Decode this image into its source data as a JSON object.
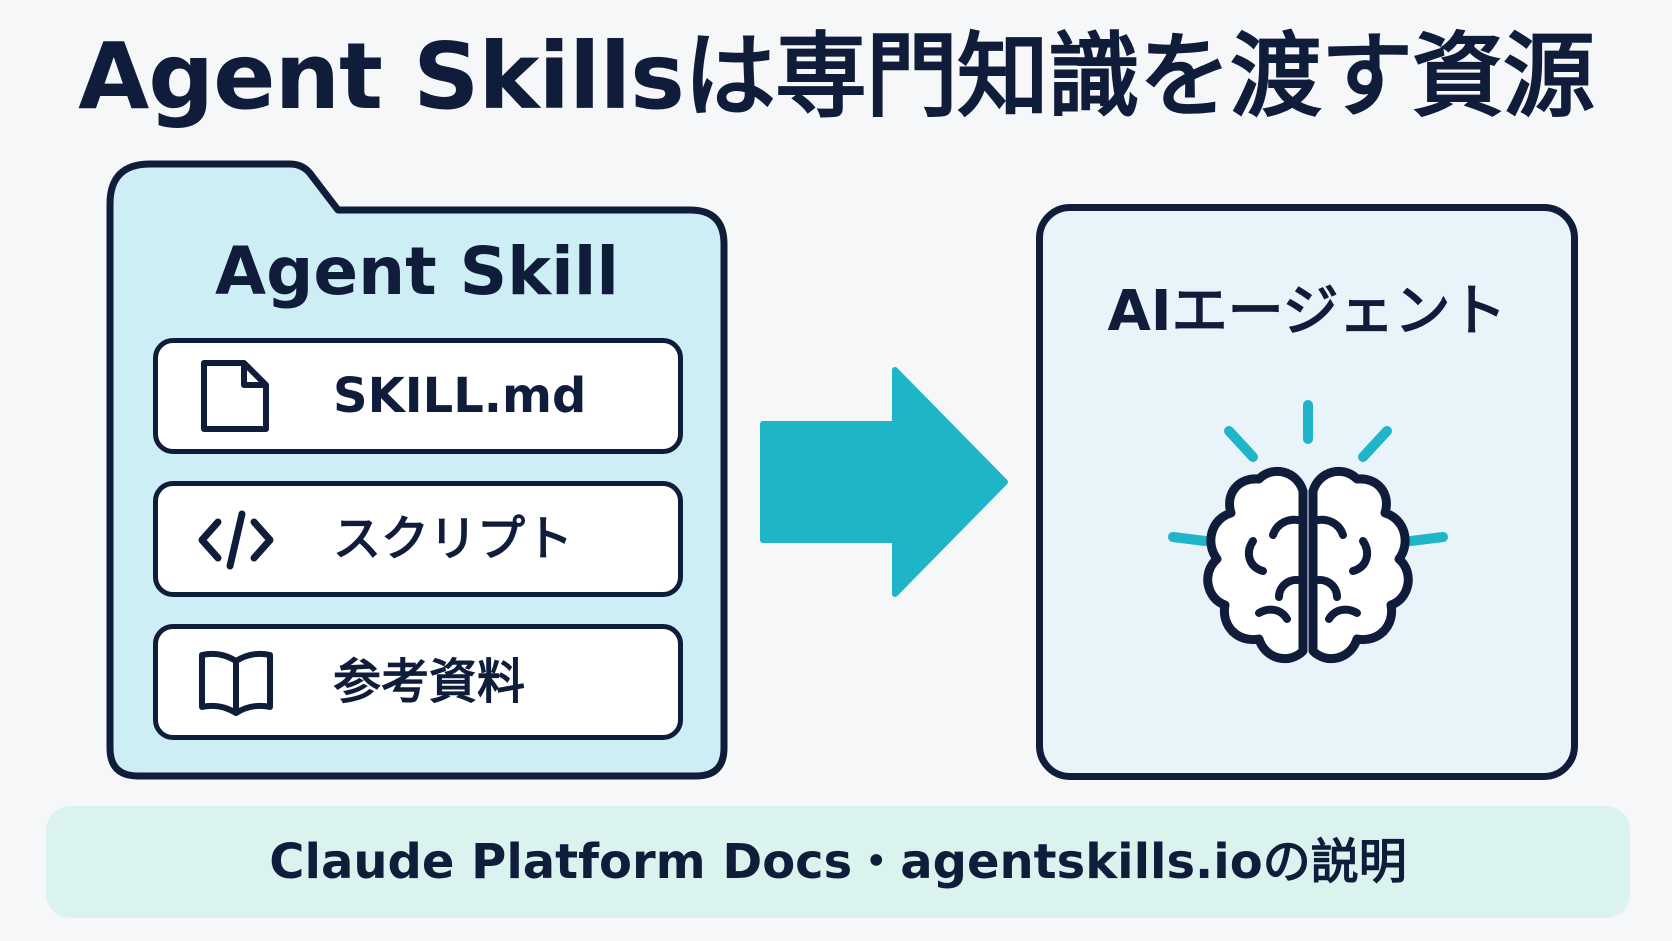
{
  "title": "Agent Skillsは専門知識を渡す資源",
  "skill_folder": {
    "title": "Agent Skill",
    "items": [
      {
        "label": "SKILL.md",
        "icon": "document-icon"
      },
      {
        "label": "スクリプト",
        "icon": "code-icon"
      },
      {
        "label": "参考資料",
        "icon": "book-icon"
      }
    ]
  },
  "agent": {
    "title": "AIエージェント",
    "icon": "brain-icon"
  },
  "footer": {
    "text": "Claude Platform Docs・agentskills.ioの説明"
  },
  "colors": {
    "navy": "#0f1c3a",
    "folder_fill": "#cdeef5",
    "accent_teal": "#1fb5c9",
    "agent_fill": "#e8f4fa",
    "footer_fill": "#dbf3ee",
    "background": "#f6f7f9"
  }
}
